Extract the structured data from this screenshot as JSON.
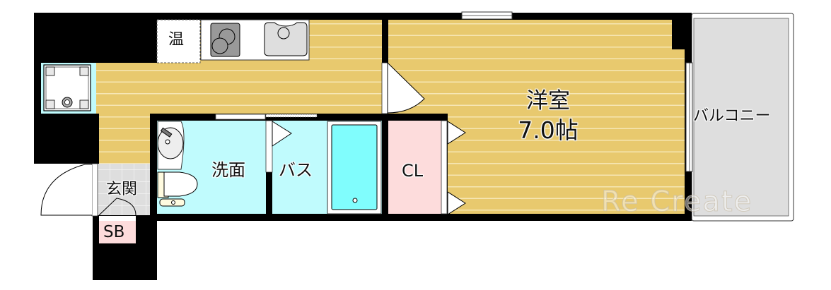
{
  "floorplan": {
    "rooms": {
      "western": {
        "label": "洋室",
        "area": "7.0帖"
      },
      "washroom": {
        "label": "洗面"
      },
      "bath": {
        "label": "バス"
      },
      "closet": {
        "label": "CL"
      },
      "entrance": {
        "label": "玄関"
      },
      "shoebox": {
        "label": "SB"
      },
      "water_heater": {
        "label": "温"
      },
      "balcony": {
        "label": "バルコニー"
      }
    },
    "watermark": "Re Create",
    "colors": {
      "wall": "#000000",
      "flooring": "#e8c96e",
      "flooring_line": "#f6e6b4",
      "wet_area": "#c0fbfd",
      "bathtub": "#80fdfd",
      "closet": "#fddcdc",
      "entrance_tile": "#dedede",
      "balcony": "#dedede",
      "stove": "#999999",
      "sink": "#dedede"
    }
  }
}
